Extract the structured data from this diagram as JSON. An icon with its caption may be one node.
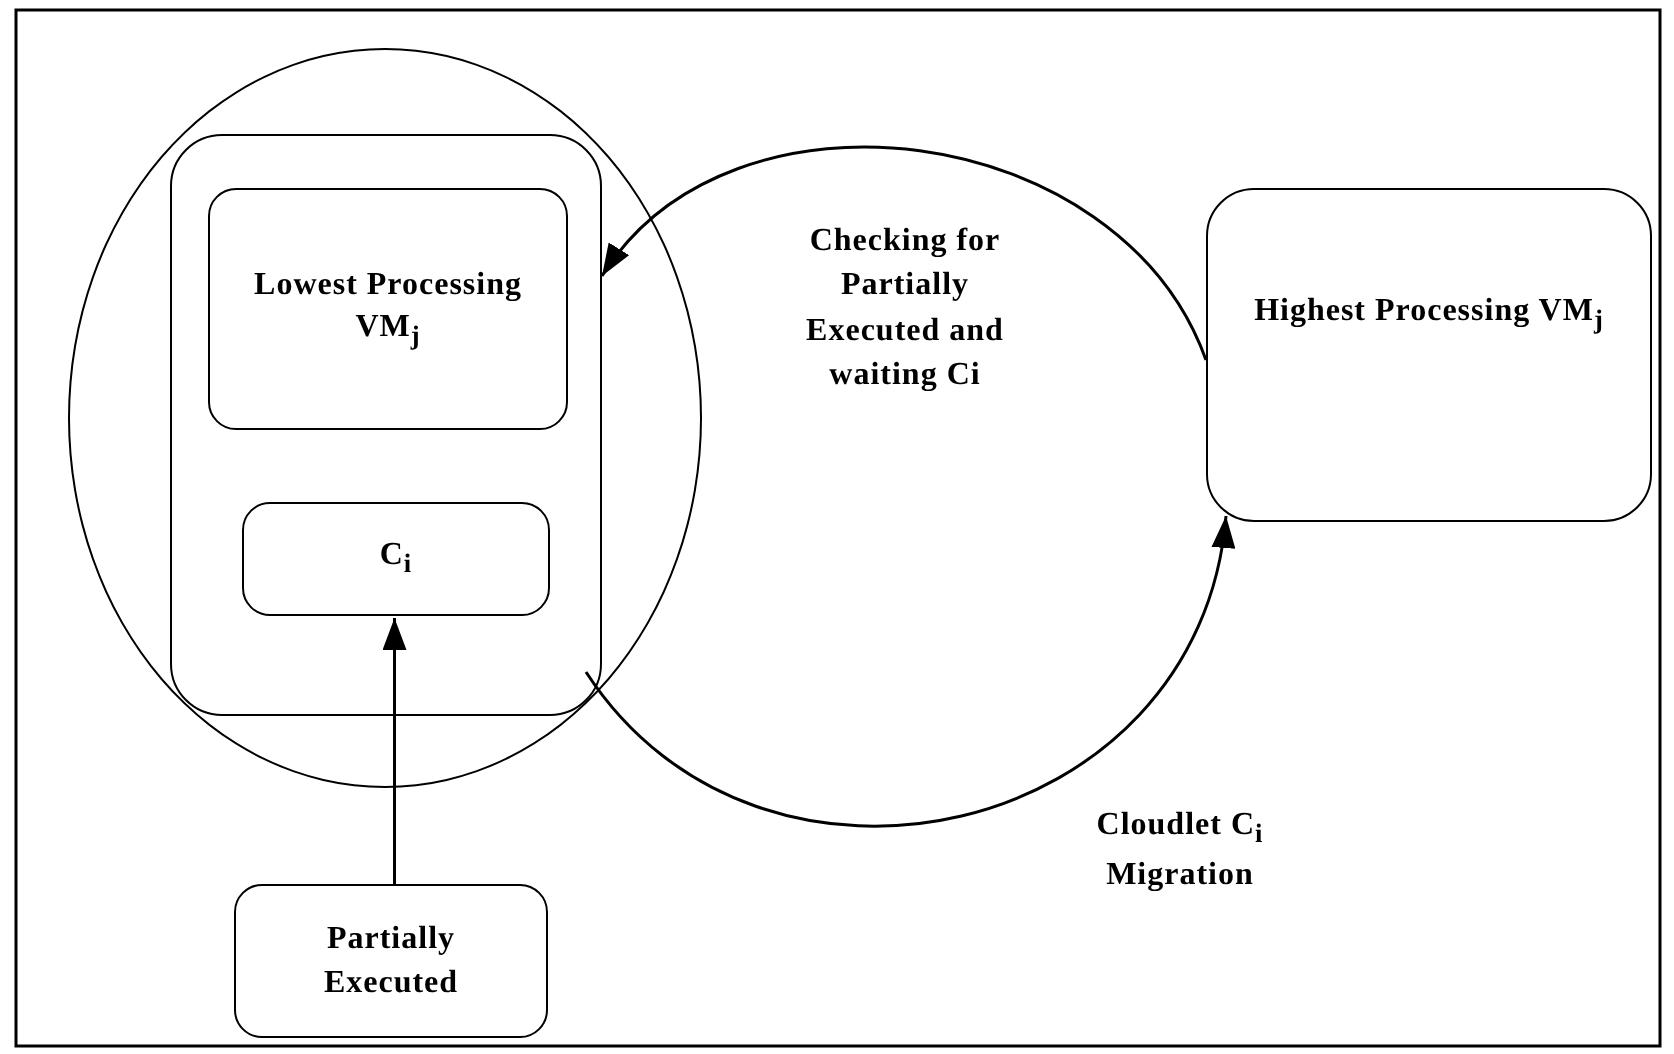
{
  "diagram": {
    "nodes": [
      {
        "text": [],
        "shape": "circle"
      },
      {
        "text": [],
        "shape": "box",
        "in": 0
      },
      {
        "text": [
          "Lowest Processing VM$_{j}$"
        ],
        "in": 1
      },
      {
        "text": [
          "C$_{i}$"
        ],
        "in": 1
      },
      {
        "text": [
          "Highest Processing VM$_{j}$"
        ]
      },
      {
        "text": [
          "Partially Executed"
        ]
      }
    ],
    "edges": [
      {
        "from": 4,
        "to": 1,
        "arrow": "to",
        "label": "Checking for Partially Executed and waiting Ci"
      },
      {
        "from": 1,
        "to": 4,
        "arrow": "to",
        "label": "Cloudlet C$_{i}$ Migration"
      },
      {
        "from": 5,
        "to": 3,
        "arrow": "to"
      }
    ]
  }
}
